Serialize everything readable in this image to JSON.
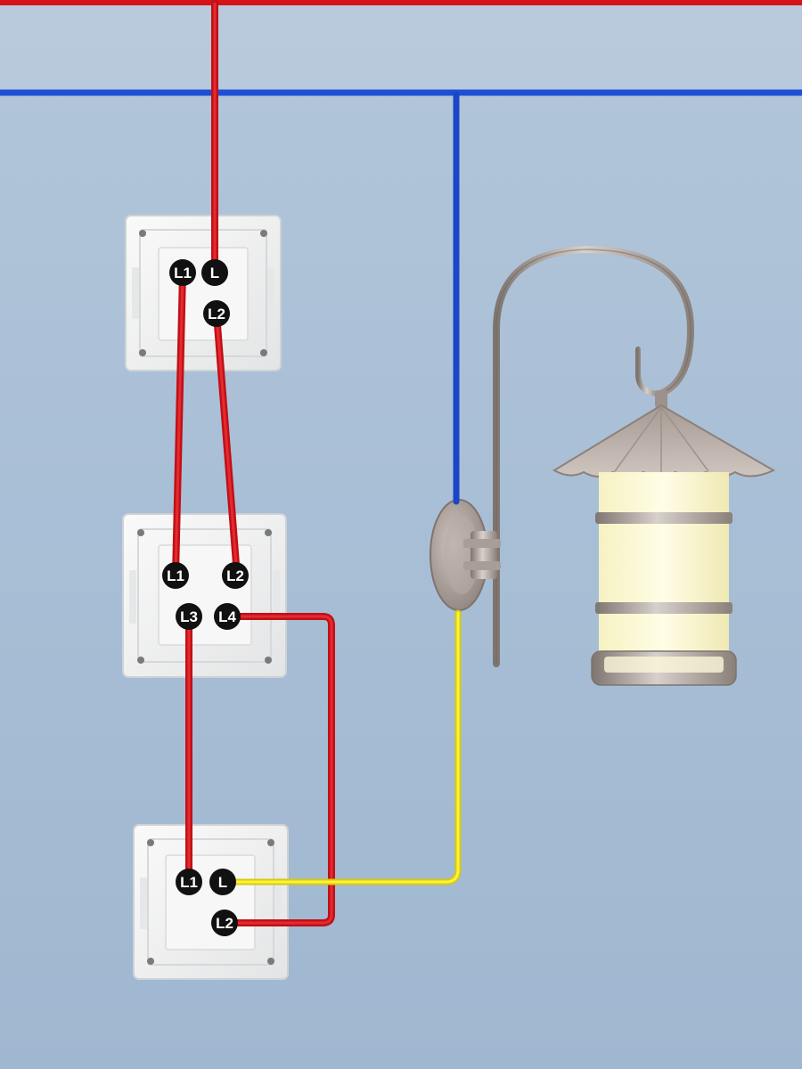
{
  "diagram": {
    "colors": {
      "live": "#d4131b",
      "neutral": "#1e4fd6",
      "switched": "#f0e61a",
      "terminal": "#111111",
      "plate": "#f1f2f2"
    },
    "switches": [
      {
        "name": "two-way-switch-top",
        "terminals": [
          "L1",
          "L",
          "L2"
        ]
      },
      {
        "name": "intermediate-switch",
        "terminals": [
          "L1",
          "L2",
          "L3",
          "L4"
        ]
      },
      {
        "name": "two-way-switch-bottom",
        "terminals": [
          "L1",
          "L",
          "L2"
        ]
      }
    ],
    "lamp": {
      "name": "wall-lantern"
    }
  }
}
